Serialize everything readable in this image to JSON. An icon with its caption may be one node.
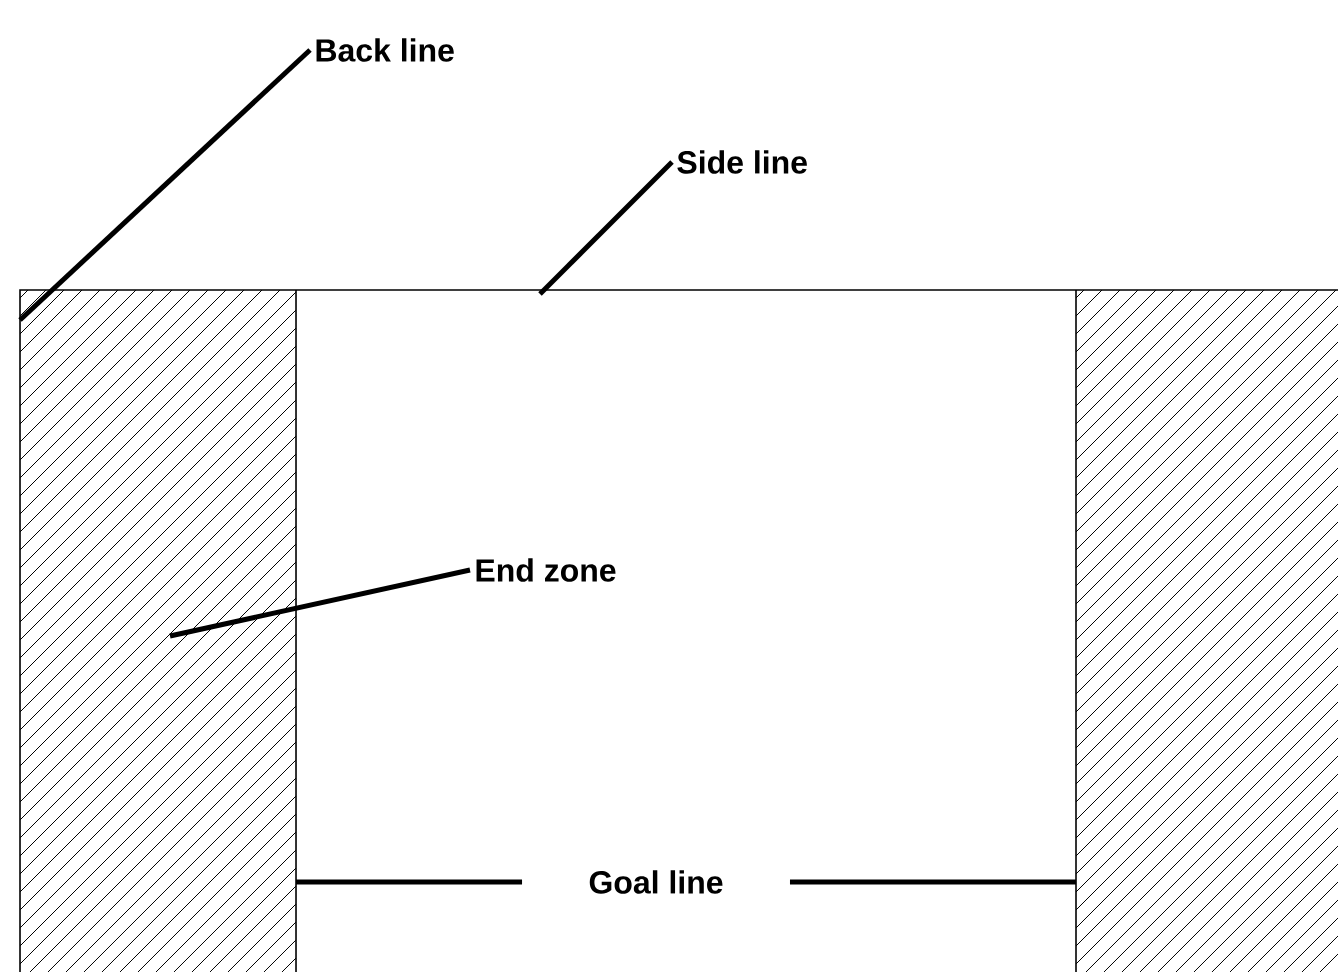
{
  "diagram": {
    "nodes": [
      {
        "text": [
          "Back line"
        ]
      },
      {
        "text": [
          "Side line"
        ]
      },
      {
        "text": [
          "End zone"
        ]
      },
      {
        "text": [
          "Goal line"
        ]
      }
    ],
    "edges": [
      {
        "from": 0,
        "to": null,
        "arrow": "none"
      },
      {
        "from": 1,
        "to": null,
        "arrow": "none"
      },
      {
        "from": 2,
        "to": null,
        "arrow": "none"
      },
      {
        "from": 3,
        "to": null,
        "arrow": "none"
      },
      {
        "from": 3,
        "to": null,
        "arrow": "none"
      }
    ]
  }
}
